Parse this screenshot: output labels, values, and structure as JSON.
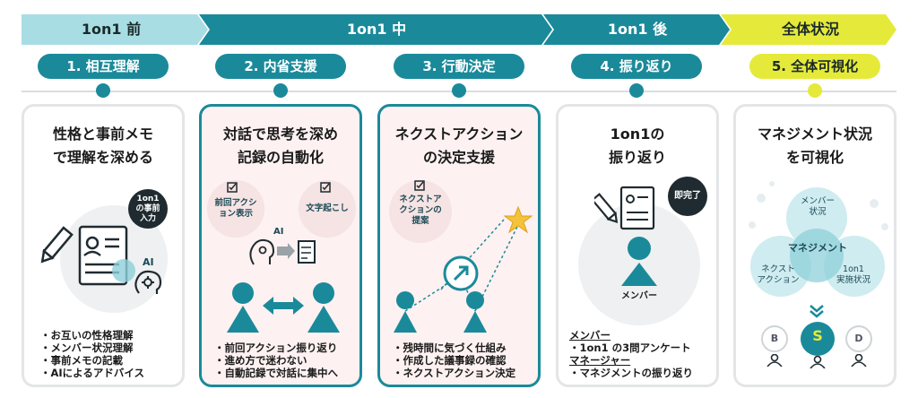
{
  "phases": [
    {
      "label": "1on1 前"
    },
    {
      "label": "1on1 中"
    },
    {
      "label": "1on1 後"
    },
    {
      "label": "全体状況"
    }
  ],
  "steps": [
    {
      "label": "1. 相互理解"
    },
    {
      "label": "2. 内省支援"
    },
    {
      "label": "3. 行動決定"
    },
    {
      "label": "4. 振り返り"
    },
    {
      "label": "5. 全体可視化"
    }
  ],
  "cards": {
    "c1": {
      "title1": "性格と事前メモ",
      "title2": "で理解を深める",
      "bubble": [
        "1on1",
        "の事前",
        "入力"
      ],
      "ai": "AI",
      "bullets": [
        "お互いの性格理解",
        "メンバー状況理解",
        "事前メモの記載",
        "AIによるアドバイス"
      ]
    },
    "c2": {
      "title1": "対話で思考を深め",
      "title2": "記録の自動化",
      "tag1": [
        "前回アクシ",
        "ョン表示"
      ],
      "tag2": "文字起こし",
      "ai": "AI",
      "bullets": [
        "前回アクション振り返り",
        "進め方で迷わない",
        "自動記録で対話に集中へ"
      ]
    },
    "c3": {
      "title1": "ネクストアクション",
      "title2": "の決定支援",
      "tag": [
        "ネクストア",
        "クションの",
        "提案"
      ],
      "bullets": [
        "残時間に気づく仕組み",
        "作成した議事録の確認",
        "ネクストアクション決定"
      ]
    },
    "c4": {
      "title1": "1on1の",
      "title2": "振り返り",
      "bubble": "即完了",
      "member": "メンバー",
      "head1": "メンバー",
      "item1": "1on1 の3問アンケート",
      "head2": "マネージャー",
      "item2": "マネジメントの振り返り"
    },
    "c5": {
      "title1": "マネジメント状況",
      "title2": "を可視化",
      "v1": [
        "メンバー",
        "状況"
      ],
      "v2": "マネジメント",
      "v3": [
        "ネクスト",
        "アクション"
      ],
      "v4": [
        "1on1",
        "実施状況"
      ],
      "a1": "B",
      "a2": "S",
      "a3": "D"
    }
  },
  "colors": {
    "teal": "#1a8a9a",
    "light_teal": "#a8dde4",
    "yellow": "#e5ea3a",
    "pink_bg": "#fdf1f1"
  }
}
